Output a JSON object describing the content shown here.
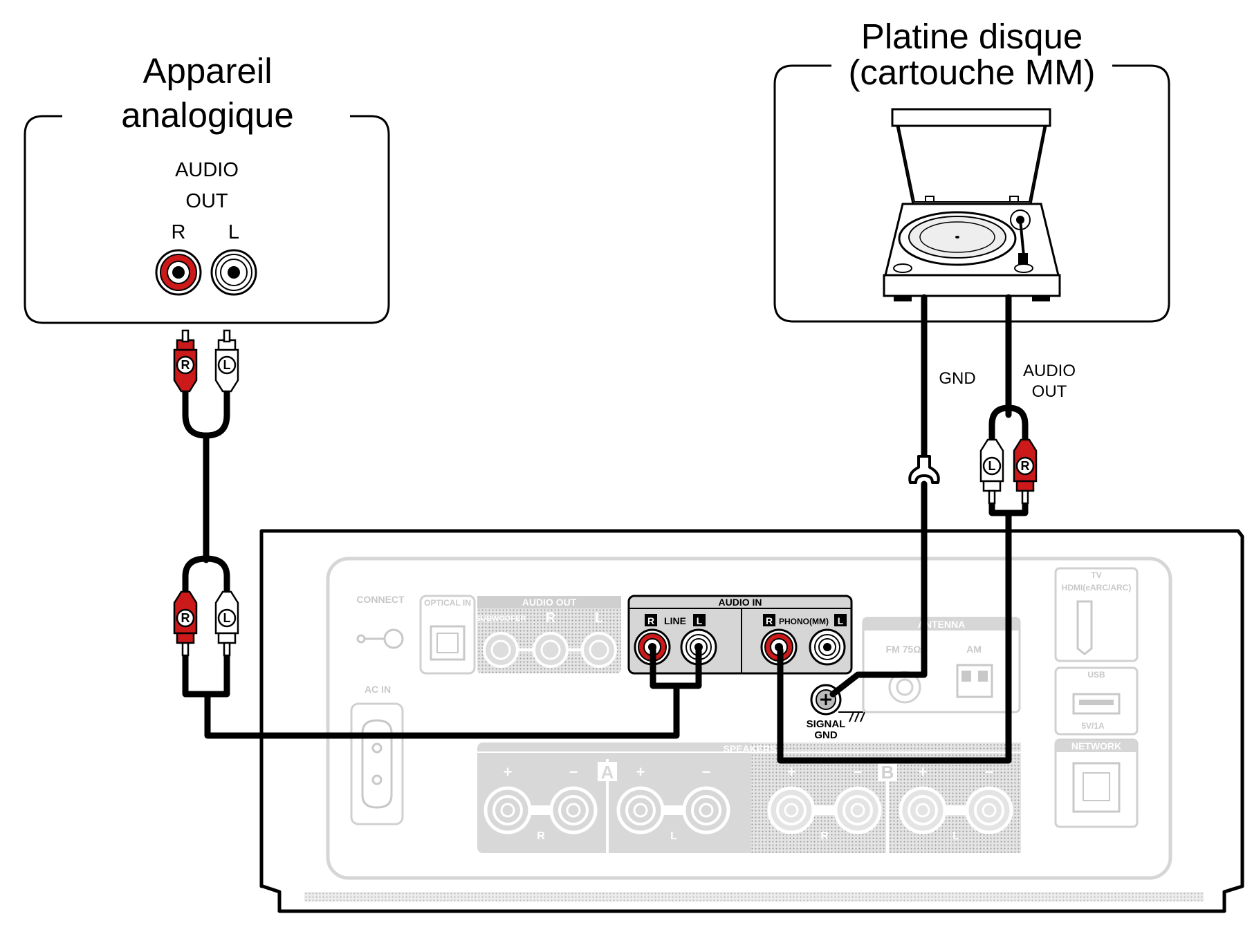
{
  "analog_device": {
    "title_line1": "Appareil",
    "title_line2": "analogique",
    "output_label_line1": "AUDIO",
    "output_label_line2": "OUT",
    "jack_r": "R",
    "jack_l": "L"
  },
  "turntable": {
    "title_line1": "Platine disque",
    "title_line2": "(cartouche MM)",
    "gnd_label": "GND",
    "output_label_line1": "AUDIO",
    "output_label_line2": "OUT"
  },
  "cables": {
    "plug_r": "R",
    "plug_l": "L"
  },
  "receiver_panel": {
    "connect": "CONNECT",
    "optical_in": "OPTICAL IN",
    "audio_out": "AUDIO OUT",
    "subwoofer": "SUBWOOFER",
    "audio_out_r": "R",
    "audio_out_l": "L",
    "audio_in": "AUDIO IN",
    "line": "LINE",
    "phono": "PHONO(MM)",
    "r_badge": "R",
    "l_badge": "L",
    "antenna": "ANTENNA",
    "fm": "FM 75Ω",
    "am": "AM",
    "tv": "TV",
    "hdmi": "HDMI(eARC/ARC)",
    "usb": "USB",
    "usb_power": "5V/1A",
    "network": "NETWORK",
    "ac_in": "AC IN",
    "speakers": "SPEAKERS",
    "zone_a": "A",
    "zone_b": "B",
    "ch_r": "R",
    "ch_l": "L",
    "signal_gnd_line1": "SIGNAL",
    "signal_gnd_line2": "GND",
    "plus": "+",
    "minus": "−"
  },
  "colors": {
    "red": "#cc1a1a",
    "panel_gray": "#d8d8d8",
    "outline": "#000000"
  }
}
